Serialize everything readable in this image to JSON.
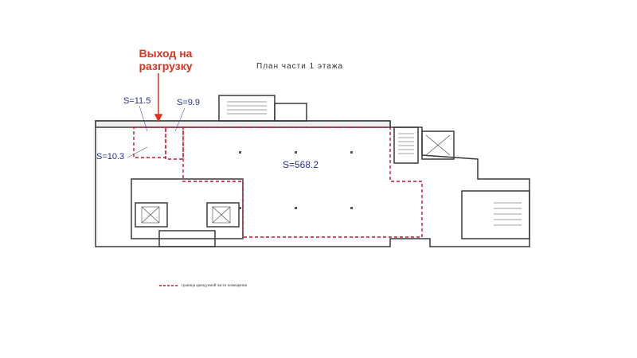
{
  "callout": {
    "text": "Выход на разгрузку",
    "color": "#e0321e"
  },
  "plan": {
    "title": "План части 1 этажа",
    "areas": [
      {
        "id": "s115",
        "label": "S=11.5"
      },
      {
        "id": "s99",
        "label": "S=9.9"
      },
      {
        "id": "s103",
        "label": "S=10.3"
      },
      {
        "id": "s5682",
        "label": "S=568.2"
      }
    ],
    "legend": {
      "text": "граница арендуемой части помещения",
      "line_color": "#c8102e"
    }
  },
  "colors": {
    "wall": "#3a3a3a",
    "boundary": "#c8102e",
    "area_text": "#2a2f8f"
  }
}
